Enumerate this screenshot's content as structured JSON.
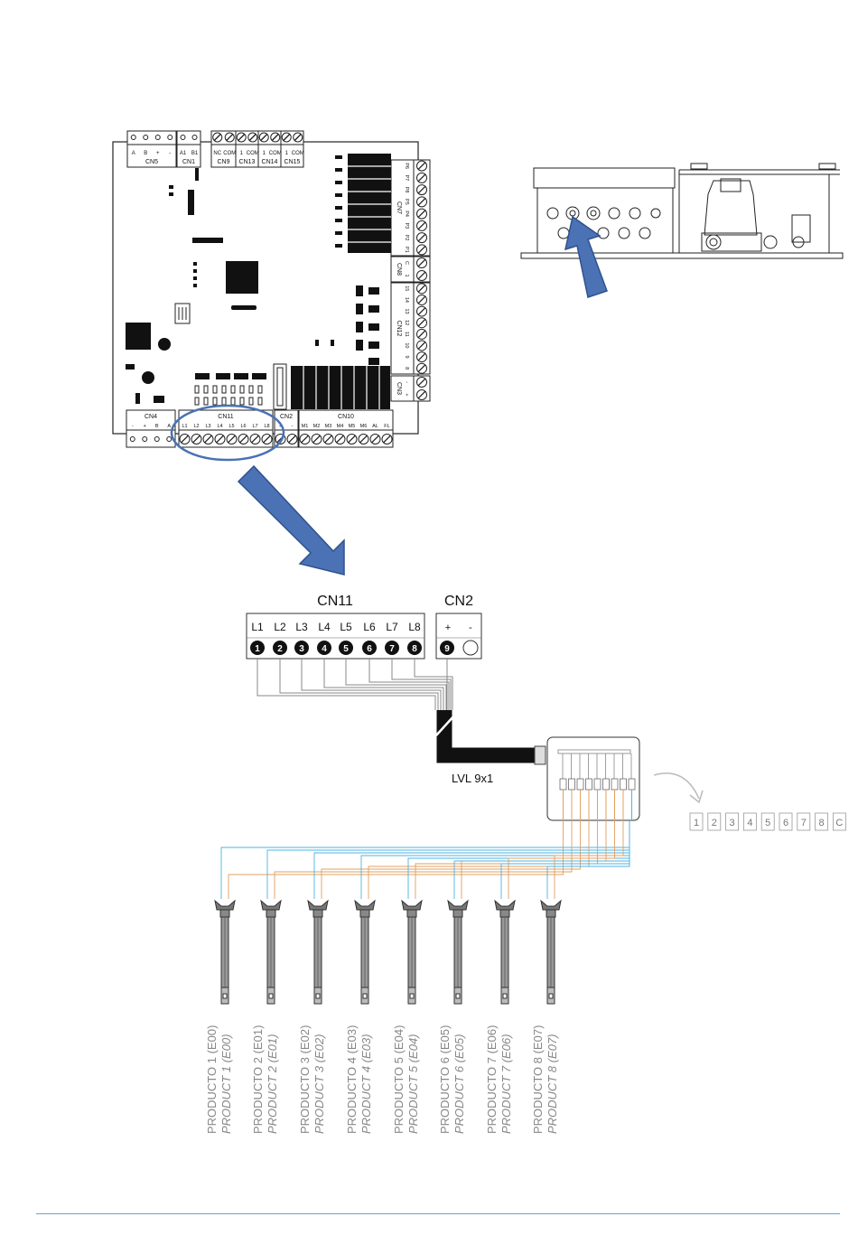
{
  "board": {
    "top_connectors": [
      {
        "name": "CN5",
        "pins": [
          "A",
          "B",
          "+",
          "-"
        ]
      },
      {
        "name": "CN1",
        "pins": [
          "A1",
          "B1"
        ]
      },
      {
        "name": "CN9",
        "pins": [
          "NC",
          "COM"
        ]
      },
      {
        "name": "CN13",
        "pins": [
          "1",
          "COM"
        ]
      },
      {
        "name": "CN14",
        "pins": [
          "1",
          "COM"
        ]
      },
      {
        "name": "CN15",
        "pins": [
          "1",
          "COM"
        ]
      }
    ],
    "right_connectors": [
      {
        "name": "CN7",
        "pins": [
          "P6",
          "P7",
          "P8",
          "P5",
          "P4",
          "P3",
          "P2",
          "P1"
        ]
      },
      {
        "name": "CN8",
        "pins": [
          "C",
          "1"
        ]
      },
      {
        "name": "CN12",
        "pins": [
          "15",
          "14",
          "13",
          "12",
          "11",
          "10",
          "9",
          "8"
        ]
      },
      {
        "name": "CN3",
        "pins": [
          "-",
          "+"
        ]
      }
    ],
    "bottom_connectors": [
      {
        "name": "CN4",
        "pins": [
          "-",
          "+",
          "B",
          "A"
        ]
      },
      {
        "name": "CN11",
        "pins": [
          "L1",
          "L2",
          "L3",
          "L4",
          "L5",
          "L6",
          "L7",
          "L8"
        ]
      },
      {
        "name": "CN2",
        "pins": [
          "+",
          "-"
        ]
      },
      {
        "name": "CN10",
        "pins": [
          "M1",
          "M2",
          "M3",
          "M4",
          "M5",
          "M6",
          "AL",
          "FL"
        ]
      }
    ]
  },
  "detail": {
    "cn11_title": "CN11",
    "cn2_title": "CN2",
    "cn11_pins": [
      "L1",
      "L2",
      "L3",
      "L4",
      "L5",
      "L6",
      "L7",
      "L8"
    ],
    "cn2_pins": [
      "+",
      "-"
    ],
    "terminal_numbers": [
      "1",
      "2",
      "3",
      "4",
      "5",
      "6",
      "7",
      "8",
      "9"
    ],
    "cable_label": "LVL 9x1",
    "junction_strip": [
      "1",
      "2",
      "3",
      "4",
      "5",
      "6",
      "7",
      "8",
      "C"
    ]
  },
  "probes": [
    {
      "label_es": "PRODUCTO 1 (E00)",
      "label_en": "PRODUCT 1 (E00)"
    },
    {
      "label_es": "PRODUCTO 2 (E01)",
      "label_en": "PRODUCT 2 (E01)"
    },
    {
      "label_es": "PRODUCTO 3 (E02)",
      "label_en": "PRODUCT 3 (E02)"
    },
    {
      "label_es": "PRODUCTO 4 (E03)",
      "label_en": "PRODUCT 4 (E03)"
    },
    {
      "label_es": "PRODUCTO 5 (E04)",
      "label_en": "PRODUCT 5 (E04)"
    },
    {
      "label_es": "PRODUCTO 6 (E05)",
      "label_en": "PRODUCT 6 (E05)"
    },
    {
      "label_es": "PRODUCTO 7 (E06)",
      "label_en": "PRODUCT 7 (E06)"
    },
    {
      "label_es": "PRODUCTO 8 (E07)",
      "label_en": "PRODUCT 8 (E07)"
    }
  ],
  "colors": {
    "arrow": "#4a72b4",
    "arrow_stroke": "#2f528f",
    "highlight": "#4a72b4",
    "wire_blue": "#4fb3e0",
    "wire_orange": "#e0a060",
    "wire_gray": "#9a9a9a",
    "footer_rule": "#6fa0c8"
  }
}
